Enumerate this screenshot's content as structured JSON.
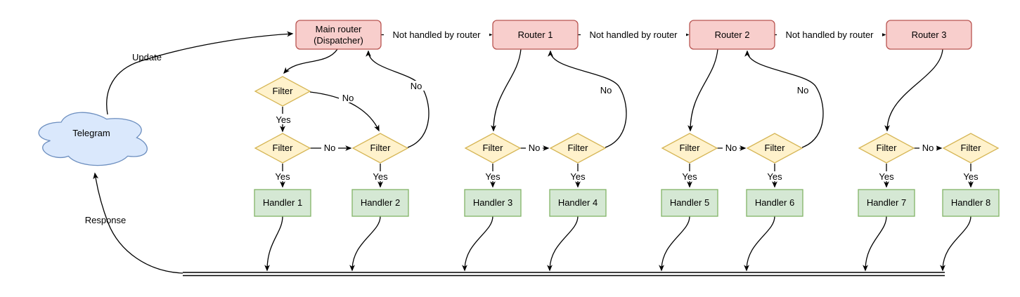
{
  "labels": {
    "telegram": "Telegram",
    "update": "Update",
    "response": "Response",
    "not_handled": "Not handled by router",
    "filter": "Filter",
    "yes": "Yes",
    "no": "No"
  },
  "nodes": {
    "main_router_line1": "Main router",
    "main_router_line2": "(Dispatcher)",
    "router1": "Router 1",
    "router2": "Router 2",
    "router3": "Router 3",
    "handlers": [
      "Handler 1",
      "Handler 2",
      "Handler 3",
      "Handler 4",
      "Handler 5",
      "Handler 6",
      "Handler 7",
      "Handler 8"
    ]
  },
  "colors": {
    "router_fill": "#f8cecc",
    "router_stroke": "#b85450",
    "filter_fill": "#fff2cc",
    "filter_stroke": "#d6b656",
    "handler_fill": "#d5e8d4",
    "handler_stroke": "#82b366",
    "cloud_fill": "#dae8fc",
    "cloud_stroke": "#6c8ebf",
    "edge": "#000000",
    "background": "#ffffff"
  }
}
